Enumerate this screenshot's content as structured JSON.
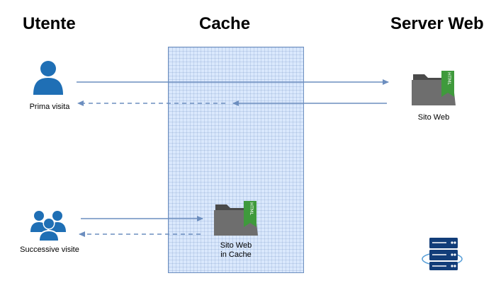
{
  "headings": {
    "user": "Utente",
    "cache": "Cache",
    "server": "Server Web"
  },
  "labels": {
    "first_visit": "Prima visita",
    "next_visits": "Successive visite",
    "website": "Sito Web",
    "cached_site_line1": "Sito Web",
    "cached_site_line2": "in Cache"
  },
  "icons": {
    "user": "user-icon",
    "users_group": "users-group-icon",
    "html_folder": "html-folder-icon",
    "server": "server-icon",
    "folder_badge": "HTML"
  },
  "colors": {
    "arrow": "#6c8ebf",
    "cache_fill": "#dae8fc",
    "user_icon": "#1f6fb5",
    "folder": "#5f5f5f",
    "badge": "#3f9a3c",
    "server": "#123d79"
  }
}
